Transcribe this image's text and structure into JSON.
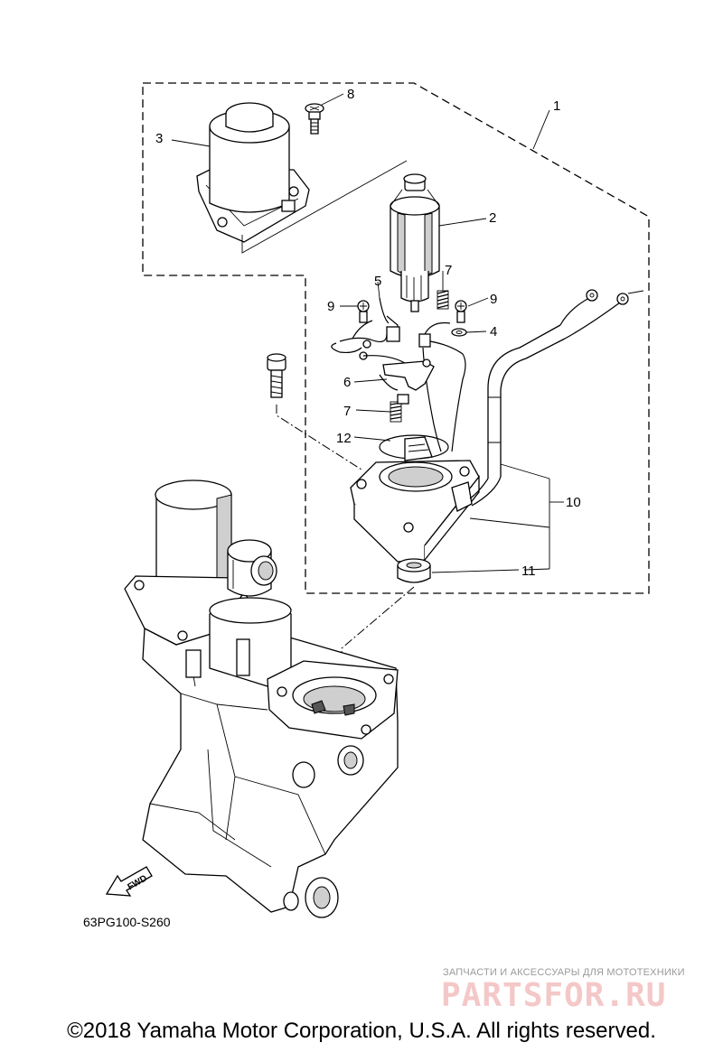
{
  "callouts": {
    "c1": "1",
    "c2": "2",
    "c3": "3",
    "c4": "4",
    "c5": "5",
    "c6": "6",
    "c7a": "7",
    "c7b": "7",
    "c8": "8",
    "c9a": "9",
    "c9b": "9",
    "c10": "10",
    "c11": "11",
    "c12": "12"
  },
  "diagram_code": "63PG100-S260",
  "fwd_label": "FWD",
  "watermark": {
    "tagline": "ЗАПЧАСТИ И АКСЕССУАРЫ ДЛЯ МОТОТЕХНИКИ",
    "logo": "PARTSFOR.RU"
  },
  "copyright": "©2018 Yamaha Motor Corporation, U.S.A. All rights reserved."
}
